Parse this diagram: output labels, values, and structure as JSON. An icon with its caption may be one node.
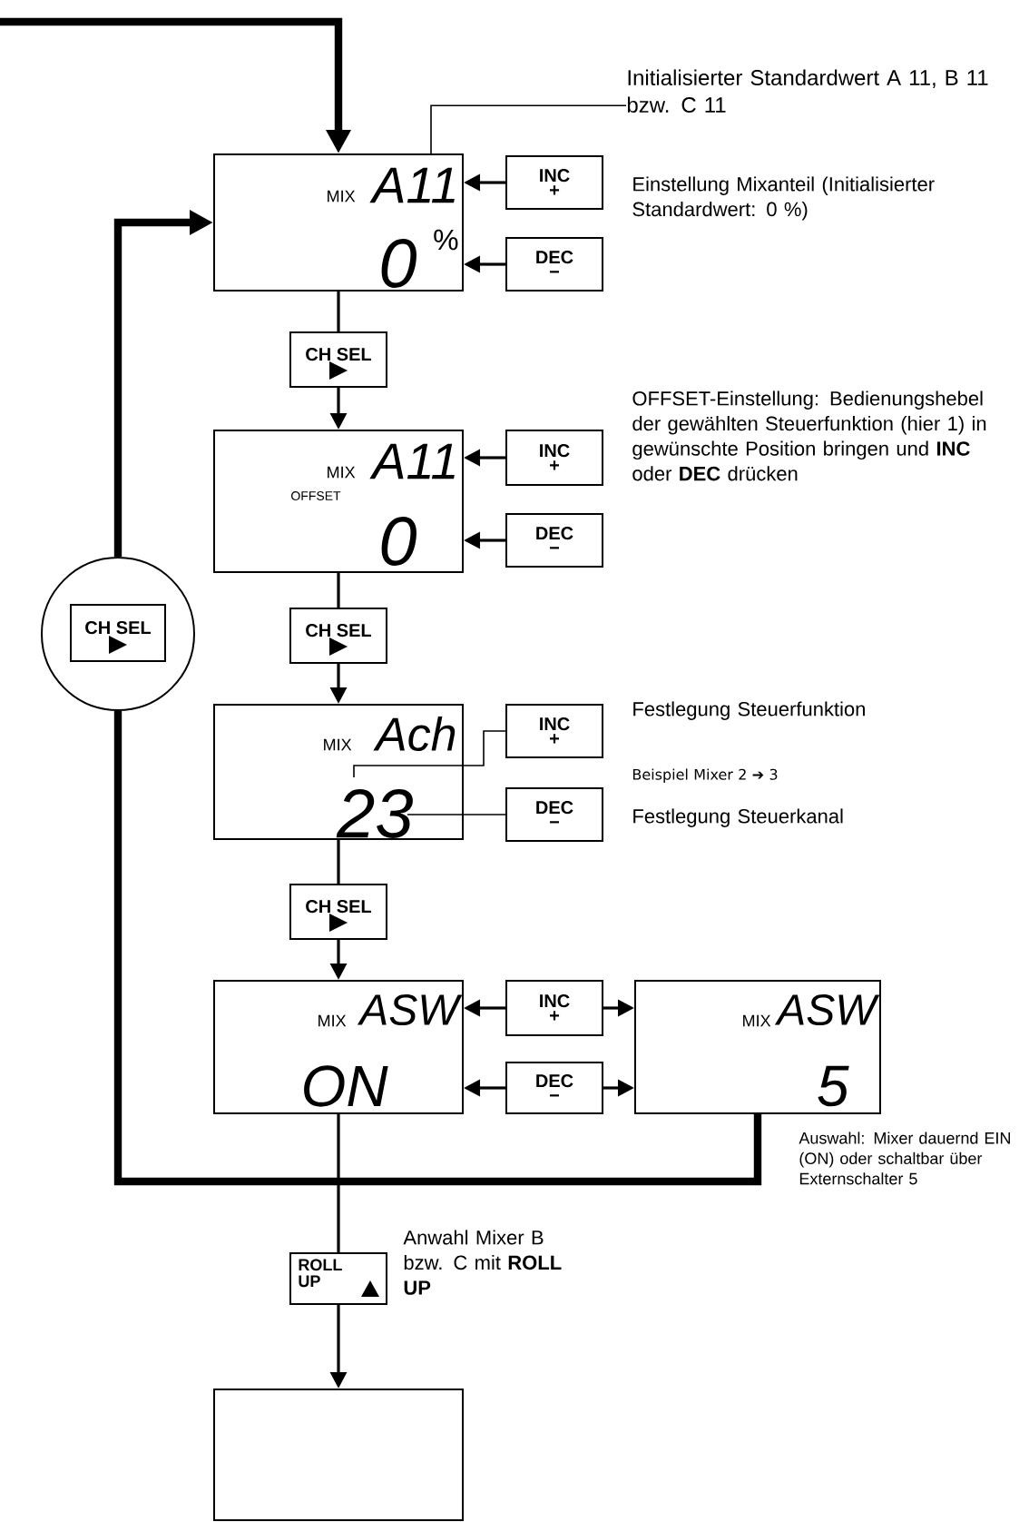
{
  "diagram": {
    "nodes": [
      {
        "text": [
          "MIX",
          "A11",
          "0",
          "%"
        ]
      },
      {
        "text": [
          "INC",
          "+"
        ]
      },
      {
        "text": [
          "DEC",
          "−"
        ]
      },
      {
        "text": [
          "Initialisierter Standardwert A 11, B 11 bzw. C 11"
        ]
      },
      {
        "text": [
          "CH SEL"
        ]
      },
      {
        "text": [
          "MIX",
          "A11",
          "OFFSET",
          "0"
        ]
      },
      {
        "text": [
          "INC",
          "+"
        ]
      },
      {
        "text": [
          "DEC",
          "−"
        ]
      },
      {
        "text": [
          "CH SEL"
        ]
      },
      {
        "text": [
          "MIX",
          "Ach",
          "23"
        ]
      },
      {
        "text": [
          "INC",
          "+"
        ]
      },
      {
        "text": [
          "DEC",
          "−"
        ]
      },
      {
        "text": [
          "CH SEL"
        ]
      },
      {
        "text": [
          "MIX",
          "ASW",
          "ON"
        ]
      },
      {
        "text": [
          "INC",
          "+"
        ]
      },
      {
        "text": [
          "DEC",
          "−"
        ]
      },
      {
        "text": [
          "MIX",
          "ASW",
          "5"
        ]
      },
      {
        "text": [],
        "shape": "circle"
      },
      {
        "text": [
          "CH SEL"
        ],
        "in": 17
      },
      {
        "text": [
          "ROLL UP"
        ]
      },
      {
        "text": [],
        "shape": "box"
      }
    ],
    "edges": [
      {
        "from": null,
        "to": 0,
        "arrow": "to",
        "style": "thick"
      },
      {
        "from": 1,
        "to": 0,
        "arrow": "to"
      },
      {
        "from": 2,
        "to": 0,
        "arrow": "to"
      },
      {
        "from": 3,
        "to": 0,
        "arrow": "none"
      },
      {
        "from": 0,
        "to": 4,
        "arrow": "none"
      },
      {
        "from": 4,
        "to": 5,
        "arrow": "to"
      },
      {
        "from": 6,
        "to": 5,
        "arrow": "to"
      },
      {
        "from": 7,
        "to": 5,
        "arrow": "to"
      },
      {
        "from": 5,
        "to": 8,
        "arrow": "none"
      },
      {
        "from": 8,
        "to": 9,
        "arrow": "to"
      },
      {
        "from": 10,
        "to": 9,
        "arrow": "none"
      },
      {
        "from": 11,
        "to": 9,
        "arrow": "none"
      },
      {
        "from": 9,
        "to": 12,
        "arrow": "none"
      },
      {
        "from": 12,
        "to": 13,
        "arrow": "to"
      },
      {
        "from": 14,
        "to": 13,
        "arrow": "to"
      },
      {
        "from": 14,
        "to": 16,
        "arrow": "to"
      },
      {
        "from": 15,
        "to": 13,
        "arrow": "to"
      },
      {
        "from": 15,
        "to": 16,
        "arrow": "to"
      },
      {
        "from": 16,
        "to": 17,
        "arrow": "none",
        "style": "thick"
      },
      {
        "from": 17,
        "to": 0,
        "arrow": "to",
        "style": "thick"
      },
      {
        "from": 13,
        "to": 19,
        "arrow": "none"
      },
      {
        "from": 19,
        "to": 20,
        "arrow": "to"
      }
    ],
    "labels": [
      "Einstellung Mixanteil (Initialisierter Standardwert: 0 %)",
      "OFFSET-Einstellung: Bedienungshebel der gewählten Steuerfunktion (hier 1) in gewünschte Position bringen und **INC** oder **DEC** drücken",
      "Festlegung Steuerfunktion",
      "Beispiel Mixer 2 ➔ 3",
      "Festlegung Steuerkanal",
      "Auswahl: Mixer dauernd EIN (ON) oder schaltbar über Externschalter 5",
      "Anwahl Mixer B bzw. C mit **ROLL UP**"
    ]
  }
}
